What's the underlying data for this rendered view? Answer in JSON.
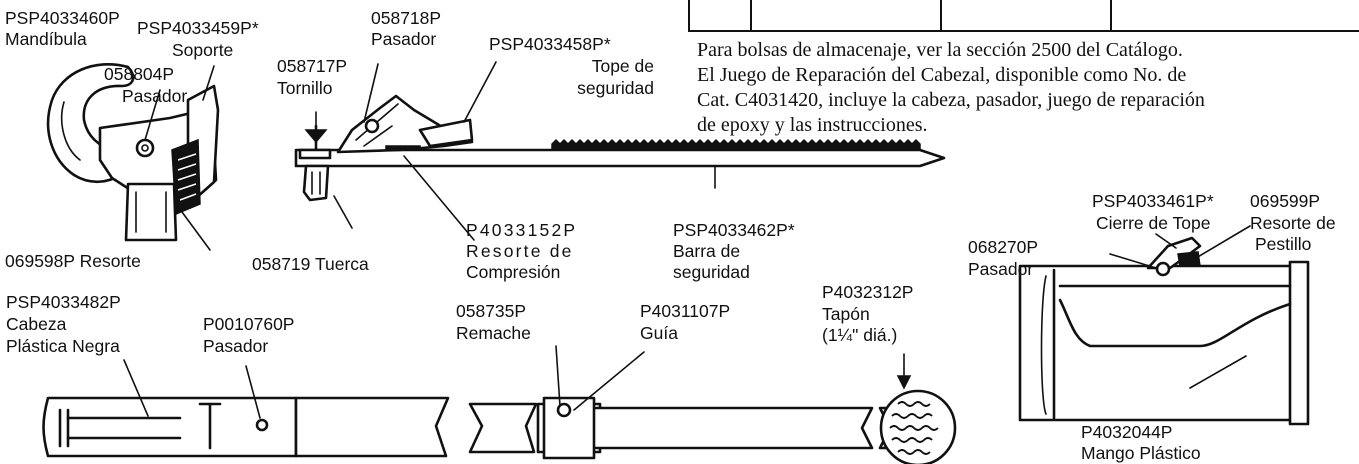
{
  "notes": {
    "top_cut_text": "",
    "lines": [
      "Para bolsas  de almacenaje, ver la sección 2500 del Catálogo.",
      "El Juego de Reparación del Cabezal, disponible como No. de",
      "Cat. C4031420, incluye la cabeza, pasador, juego de reparación",
      "de epoxy y las instrucciones."
    ]
  },
  "parts": {
    "mandibula": {
      "number": "PSP4033460P",
      "name": "Mandíbula"
    },
    "soporte": {
      "number": "PSP4033459P*",
      "name": "Soporte"
    },
    "pasador_jaw": {
      "number": "058804P",
      "name": "Pasador"
    },
    "resorte_jaw": {
      "text": "069598P Resorte"
    },
    "pasador_top": {
      "number": "058718P",
      "name": "Pasador"
    },
    "tornillo": {
      "number": "058717P",
      "name": "Tornillo"
    },
    "tope": {
      "number": "PSP4033458P*",
      "name1": "Tope de",
      "name2": "seguridad"
    },
    "tuerca": {
      "text": "058719 Tuerca"
    },
    "resorte_compresion": {
      "number": "P4033152P",
      "name1": "Resorte de",
      "name2": "Compresión"
    },
    "barra": {
      "number": "PSP4033462P*",
      "name1": "Barra de",
      "name2": "seguridad"
    },
    "cierre": {
      "number": "PSP4033461P*",
      "name": "Cierre de Tope"
    },
    "resorte_pestillo": {
      "number": "069599P",
      "name1": "Resorte de",
      "name2": "Pestillo"
    },
    "pasador_latch": {
      "number": "068270P",
      "name": "Pasador"
    },
    "tapon": {
      "number": "P4032312P",
      "name1": "Tapón",
      "name2": "(1¼\" diá.)"
    },
    "cabeza": {
      "number": "PSP4033482P",
      "name1": "Cabeza",
      "name2": "Plástica Negra"
    },
    "pasador_pole": {
      "number": "P0010760P",
      "name": "Pasador"
    },
    "remache": {
      "number": "058735P",
      "name": "Remache"
    },
    "guia": {
      "number": "P4031107P",
      "name": "Guía"
    },
    "mango": {
      "number": "P4032044P",
      "name": "Mango Plástico"
    }
  }
}
